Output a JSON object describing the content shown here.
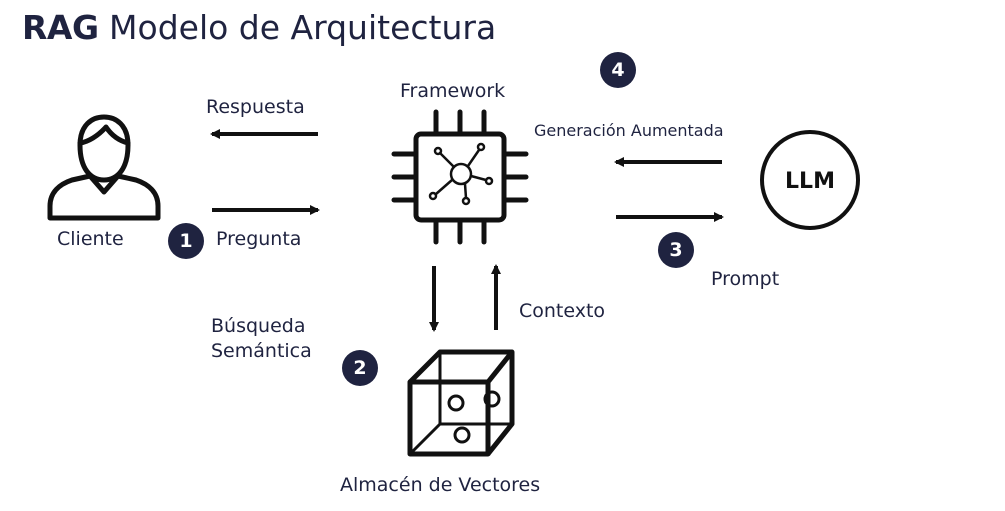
{
  "title": {
    "strong": "RAG",
    "rest": "Modelo de Arquitectura"
  },
  "nodes": {
    "client": "Cliente",
    "framework": "Framework",
    "llm": "LLM",
    "vector_store": "Almacén de Vectores"
  },
  "edges": {
    "response": "Respuesta",
    "question": "Pregunta",
    "augmented_generation": "Generación Aumentada",
    "prompt": "Prompt",
    "semantic_search_line1": "Búsqueda",
    "semantic_search_line2": "Semántica",
    "context": "Contexto"
  },
  "steps": [
    "1",
    "2",
    "3",
    "4"
  ],
  "colors": {
    "ink": "#1f2340",
    "line": "#111111"
  }
}
